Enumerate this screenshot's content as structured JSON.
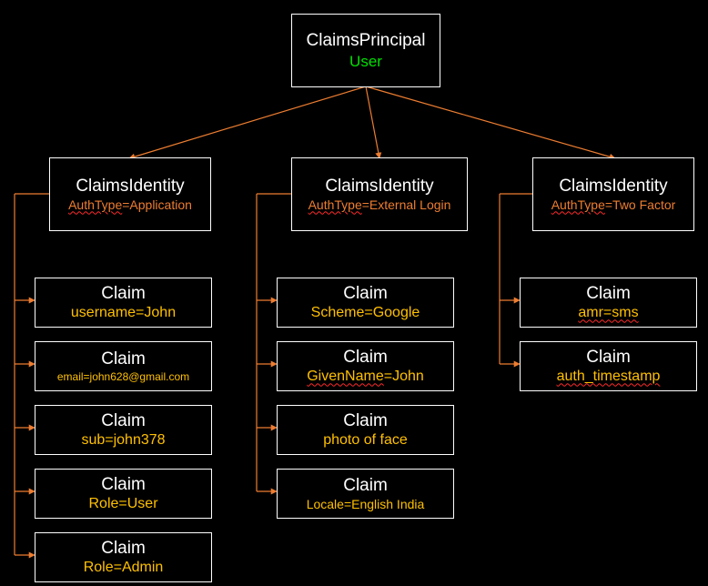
{
  "colors": {
    "background": "#000000",
    "box_border": "#ffffff",
    "connector": "#ed7d31",
    "principal_subtitle": "#00e000",
    "identity_subtitle": "#ed7d31",
    "claim_value": "#ffc000"
  },
  "principal": {
    "title": "ClaimsPrincipal",
    "subtitle": "User"
  },
  "identities": [
    {
      "title": "ClaimsIdentity",
      "auth_key": "AuthType",
      "auth_value": "=Application",
      "claims": [
        {
          "title": "Claim",
          "value": "username=John"
        },
        {
          "title": "Claim",
          "value": "email=john628@gmail.com"
        },
        {
          "title": "Claim",
          "value": "sub=john378"
        },
        {
          "title": "Claim",
          "value": "Role=User"
        },
        {
          "title": "Claim",
          "value": "Role=Admin"
        }
      ]
    },
    {
      "title": "ClaimsIdentity",
      "auth_key": "AuthType",
      "auth_value": "=External Login",
      "claims": [
        {
          "title": "Claim",
          "value": "Scheme=Google"
        },
        {
          "title": "Claim",
          "value_key": "GivenName",
          "value_rest": "=John"
        },
        {
          "title": "Claim",
          "value": "photo of face"
        },
        {
          "title": "Claim",
          "value": "Locale=English India"
        }
      ]
    },
    {
      "title": "ClaimsIdentity",
      "auth_key": "AuthType",
      "auth_value": "=Two Factor",
      "claims": [
        {
          "title": "Claim",
          "value": "amr=sms"
        },
        {
          "title": "Claim",
          "value": "auth_timestamp"
        }
      ]
    }
  ]
}
